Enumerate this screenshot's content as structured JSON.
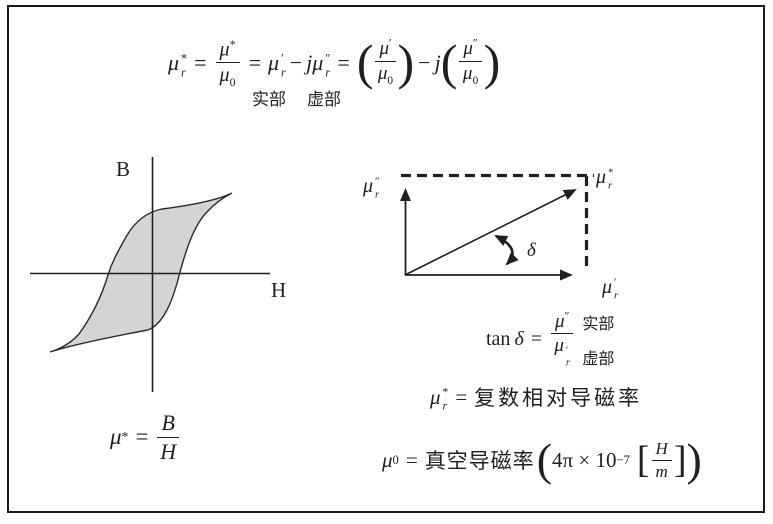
{
  "colors": {
    "background": "#ffffff",
    "border": "#1a1a1a",
    "ink": "#1f1f1f",
    "loop_fill": "#d4d4d4"
  },
  "top_formula": {
    "lhs": {
      "base": "μ",
      "sup": "*",
      "sub": "r"
    },
    "eq": "=",
    "minus": "−",
    "j": "j",
    "lparen": "(",
    "rparen": ")",
    "frac_star": {
      "num_base": "μ",
      "num_sup": "*",
      "den_base": "μ",
      "den_sub": "0"
    },
    "real_term": {
      "base": "μ",
      "sup": "′",
      "sub": "r"
    },
    "imag_term": {
      "base": "μ",
      "sup": "″",
      "sub": "r"
    },
    "frac_real": {
      "num_base": "μ",
      "num_sup": "′",
      "den_base": "μ",
      "den_sub": "0"
    },
    "frac_imag": {
      "num_base": "μ",
      "num_sup": "″",
      "den_base": "μ",
      "den_sub": "0"
    },
    "real_label": "实部",
    "imag_label": "虚部"
  },
  "hysteresis": {
    "y_axis_label": "B",
    "x_axis_label": "H",
    "formula": {
      "base": "μ",
      "sup": "*",
      "eq": "=",
      "num": "B",
      "den": "H"
    }
  },
  "vector_diagram": {
    "imag_axis_label": {
      "base": "μ",
      "sup": "″",
      "sub": "r"
    },
    "vector_label": {
      "base": "μ",
      "sup": "*",
      "sub": "r"
    },
    "real_axis_label": {
      "base": "μ",
      "sup": "′",
      "sub": "r"
    },
    "angle_label": "δ"
  },
  "tan_formula": {
    "lhs": "tan",
    "delta": "δ",
    "eq": "=",
    "num": {
      "base": "μ",
      "sup": "″"
    },
    "den": {
      "base": "μ",
      "sup": "′",
      "sub": "r"
    },
    "real_label": "实部",
    "imag_label": "虚部"
  },
  "definitions": {
    "complex_perm": {
      "lhs": {
        "base": "μ",
        "sup": "*",
        "sub": "r"
      },
      "eq": "=",
      "text": "复数相对导磁率"
    },
    "vacuum_perm": {
      "lhs": {
        "base": "μ",
        "sub": "0"
      },
      "eq": "=",
      "text": "真空导磁率",
      "lparen": "(",
      "value": "4π × 10",
      "exponent": "−7",
      "lbracket": "[",
      "unit_num": "H",
      "unit_den": "m",
      "rbracket": "]",
      "rparen": ")"
    }
  }
}
